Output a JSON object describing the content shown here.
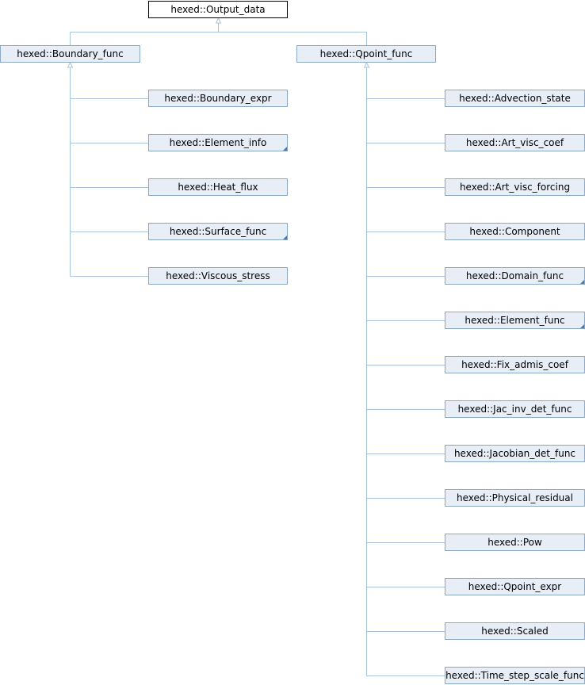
{
  "root": {
    "label": "hexed::Output_data"
  },
  "boundary": {
    "parent": {
      "label": "hexed::Boundary_func"
    },
    "children": [
      {
        "label": "hexed::Boundary_expr",
        "has_more": false
      },
      {
        "label": "hexed::Element_info",
        "has_more": true
      },
      {
        "label": "hexed::Heat_flux",
        "has_more": false
      },
      {
        "label": "hexed::Surface_func",
        "has_more": true
      },
      {
        "label": "hexed::Viscous_stress",
        "has_more": false
      }
    ]
  },
  "qpoint": {
    "parent": {
      "label": "hexed::Qpoint_func"
    },
    "children": [
      {
        "label": "hexed::Advection_state",
        "has_more": false
      },
      {
        "label": "hexed::Art_visc_coef",
        "has_more": false
      },
      {
        "label": "hexed::Art_visc_forcing",
        "has_more": false
      },
      {
        "label": "hexed::Component",
        "has_more": false
      },
      {
        "label": "hexed::Domain_func",
        "has_more": true
      },
      {
        "label": "hexed::Element_func",
        "has_more": true
      },
      {
        "label": "hexed::Fix_admis_coef",
        "has_more": false
      },
      {
        "label": "hexed::Jac_inv_det_func",
        "has_more": false
      },
      {
        "label": "hexed::Jacobian_det_func",
        "has_more": false
      },
      {
        "label": "hexed::Physical_residual",
        "has_more": false
      },
      {
        "label": "hexed::Pow",
        "has_more": false
      },
      {
        "label": "hexed::Qpoint_expr",
        "has_more": false
      },
      {
        "label": "hexed::Scaled",
        "has_more": false
      },
      {
        "label": "hexed::Time_step_scale_func",
        "has_more": false
      }
    ]
  },
  "colors": {
    "edge": "#a8c4dc",
    "node_fill": "#e8eef6",
    "node_border": "#8aa8c8",
    "corner_marker": "#4a78b0"
  }
}
